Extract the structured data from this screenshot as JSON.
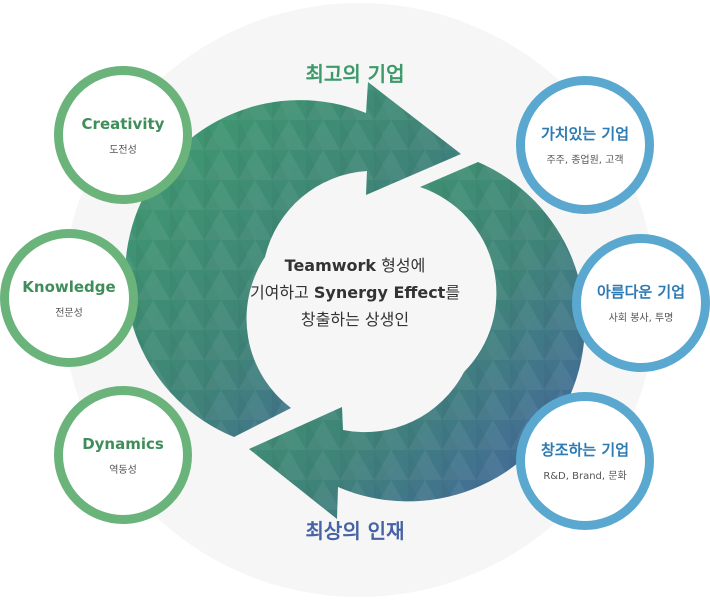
{
  "title_top": "최고의 기업",
  "title_bottom": "최상의 인재",
  "center": {
    "line1_bold": "Teamwork",
    "line1_rest": " 형성에",
    "line2_pre": "기여하고 ",
    "line2_bold": "Synergy Effect",
    "line2_post": "를",
    "line3": "창출하는 상생인"
  },
  "left_items": [
    {
      "title": "Creativity",
      "sub": "도전성"
    },
    {
      "title": "Knowledge",
      "sub": "전문성"
    },
    {
      "title": "Dynamics",
      "sub": "역동성"
    }
  ],
  "right_items": [
    {
      "title": "가치있는 기업",
      "sub": "주주, 종업원, 고객"
    },
    {
      "title": "아름다운 기업",
      "sub": "사회 봉사, 투명"
    },
    {
      "title": "창조하는 기업",
      "sub": "R&D, Brand,  문화"
    }
  ],
  "colors": {
    "green_ring": "#6ab47b",
    "blue_ring": "#5aa8cf",
    "arrow_green": "#3f9a72",
    "arrow_blue": "#4560a8",
    "top_label": "#3c9a6a",
    "bottom_label": "#4863a5"
  }
}
